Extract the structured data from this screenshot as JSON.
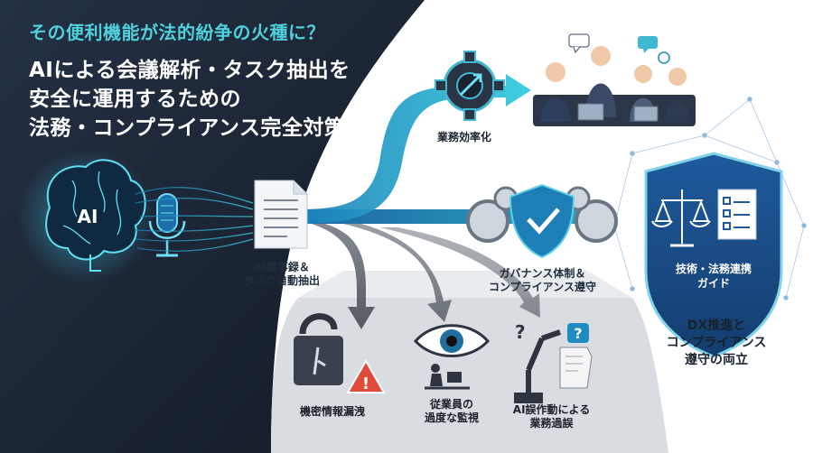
{
  "title": {
    "question": "その便利機能が法的紛争の火種に？",
    "line1": "AIによる会議解析・タスク抽出を",
    "line2": "安全に運用するための",
    "line3": "法務・コンプライアンス完全対策"
  },
  "brain_label": "AI",
  "question_marks": [
    "?",
    "?"
  ],
  "labels": {
    "efficiency": "業務効率化",
    "minutes_line1": "AI議事録＆",
    "minutes_line2": "タスク自動抽出",
    "governance_line1": "ガバナンス体制＆",
    "governance_line2": "コンプライアンス遵守",
    "guide_line1": "技術・法務連携",
    "guide_line2": "ガイド",
    "dx_line1": "DX推進と",
    "dx_line2": "コンプライアンス",
    "dx_line3": "遵守の両立"
  },
  "risks": {
    "leak": "機密情報漏洩",
    "monitor_line1": "従業員の",
    "monitor_line2": "過度な監視",
    "error_line1": "AI誤作動による",
    "error_line2": "業務過誤"
  },
  "colors": {
    "dark_bg": "#1b2331",
    "teal": "#27b3c4",
    "blue": "#1e6fb0",
    "shield": "#1d4f8a",
    "warning": "#e04a3a"
  }
}
